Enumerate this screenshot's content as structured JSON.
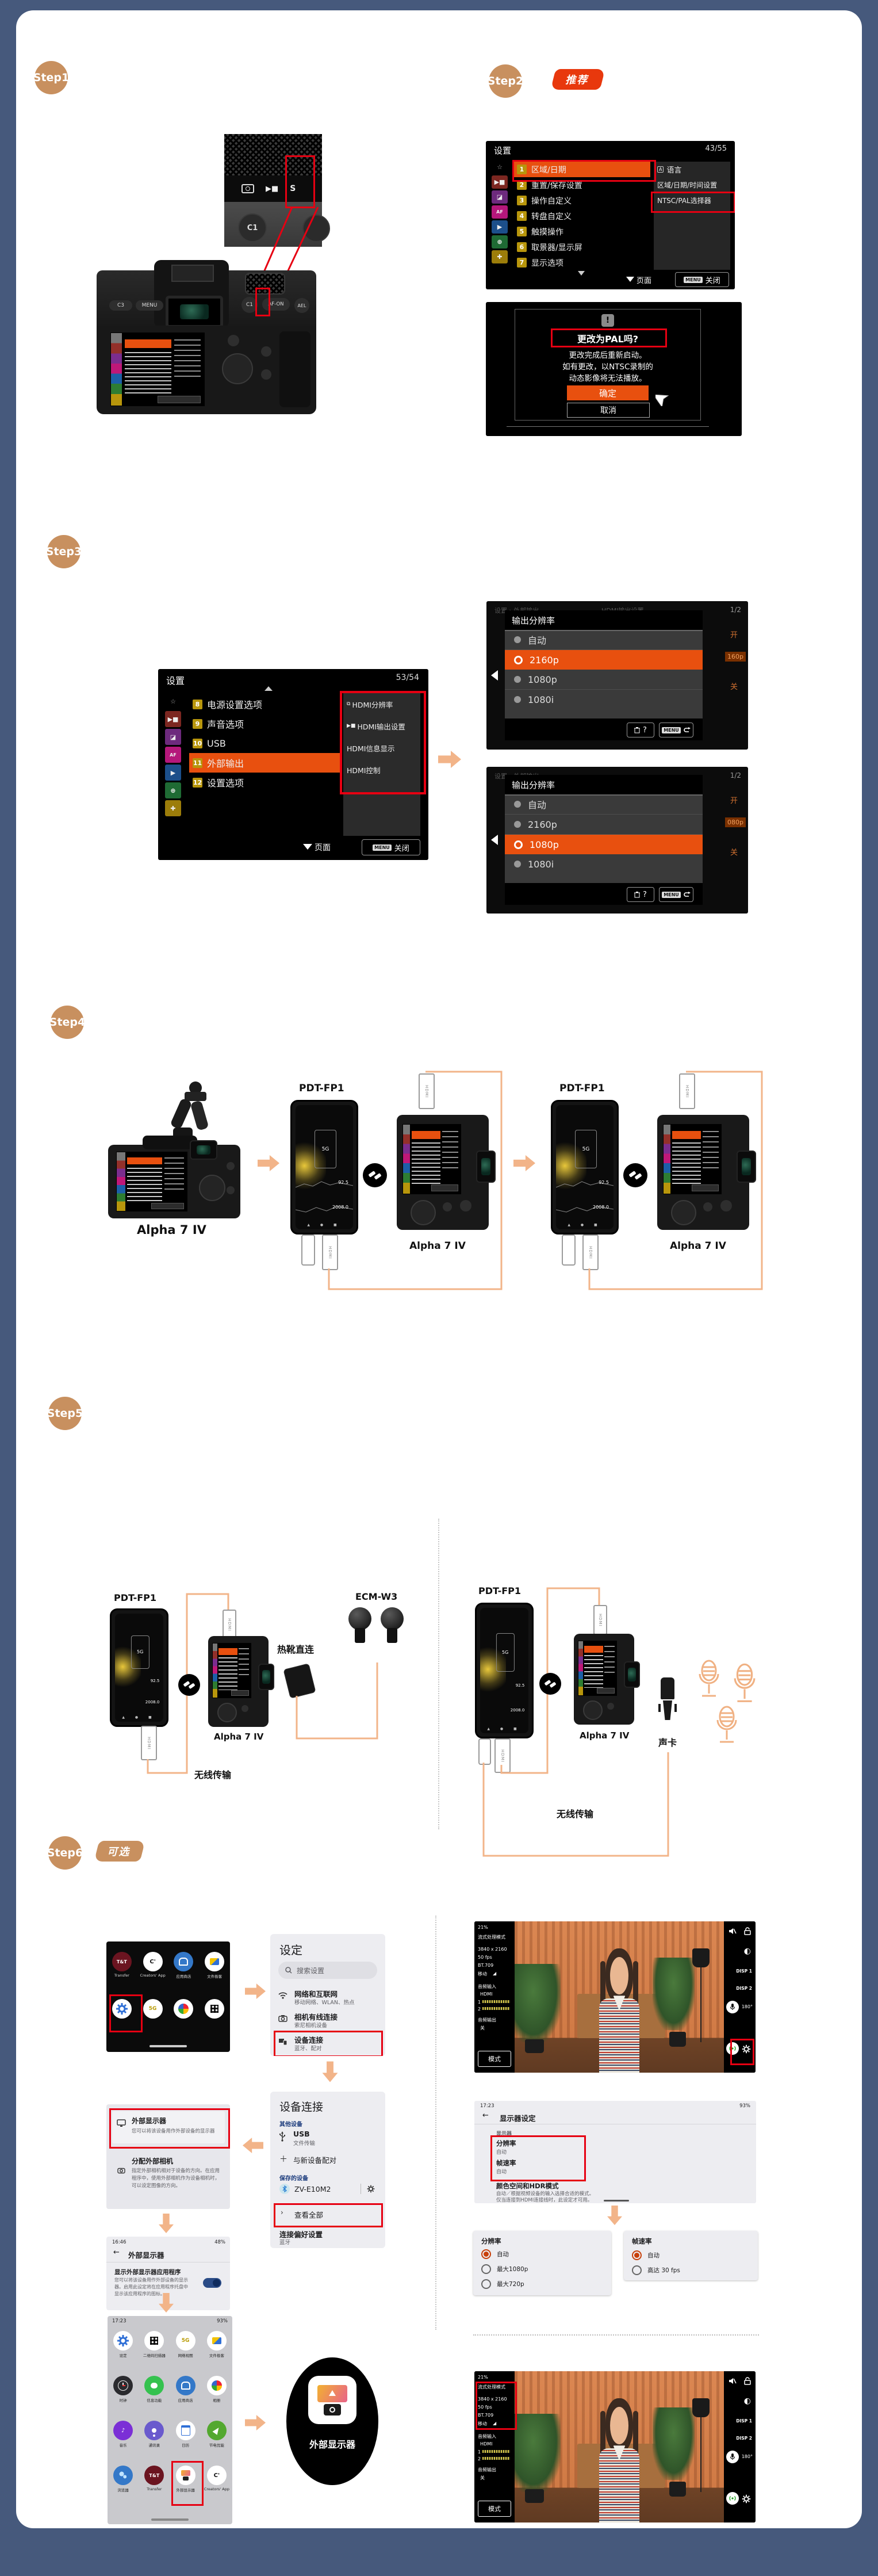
{
  "colors": {
    "page_bg": "#46597c",
    "accent_orange": "#e8500f",
    "annotation_red": "#e60012",
    "arrow_orange": "#f2b489",
    "step_badge": "#c8905f",
    "flag_red": "#e8380d"
  },
  "step1": {
    "label": "Step1",
    "top_buttons": [
      "C3",
      "MENU"
    ],
    "right_buttons": [
      "C1",
      "AF-ON",
      "AEL"
    ],
    "zoom_label": "C1",
    "dial_mode_label": "S"
  },
  "step2": {
    "label": "Step2",
    "badge": "推荐",
    "menu": {
      "title": "设置",
      "page": "43/55",
      "lang_icon": "A",
      "items": [
        {
          "num": "1",
          "label": "区域/日期"
        },
        {
          "num": "2",
          "label": "重置/保存设置"
        },
        {
          "num": "3",
          "label": "操作自定义"
        },
        {
          "num": "4",
          "label": "转盘自定义"
        },
        {
          "num": "5",
          "label": "触摸操作"
        },
        {
          "num": "6",
          "label": "取景器/显示屏"
        },
        {
          "num": "7",
          "label": "显示选项"
        }
      ],
      "right_items": [
        "语言",
        "区域/日期/时间设置",
        "NTSC/PAL选择器"
      ],
      "footer_page": "页面",
      "footer_menu": "MENU",
      "footer_close": "关闭"
    },
    "dialog": {
      "title": "更改为PAL吗?",
      "line1": "更改完成后重新启动。",
      "line2": "如有更改，以NTSC录制的",
      "line3": "动态影像将无法播放。",
      "ok": "确定",
      "cancel": "取消"
    }
  },
  "step3": {
    "label": "Step3",
    "menu": {
      "title": "设置",
      "page": "53/54",
      "items": [
        {
          "num": "8",
          "label": "电源设置选项"
        },
        {
          "num": "9",
          "label": "声音选项"
        },
        {
          "num": "10",
          "label": "USB"
        },
        {
          "num": "11",
          "label": "外部输出"
        },
        {
          "num": "12",
          "label": "设置选项"
        }
      ],
      "sub_items": [
        "HDMI分辨率",
        "HDMI输出设置",
        "HDMI信息显示",
        "HDMI控制"
      ],
      "footer_page": "页面",
      "footer_menu": "MENU",
      "footer_close": "关闭"
    },
    "res_dialog": {
      "title": "输出分辨率",
      "options": [
        "自动",
        "2160p",
        "1080p",
        "1080i"
      ],
      "page": "1/2",
      "bg_header": "设置 › 外部输出",
      "bg_header2": "HDMI输出设置",
      "bg_on": "开",
      "bg_off": "关",
      "bg_frag_a": "160p",
      "bg_frag_b": "080p",
      "help": "?",
      "menu_key": "MENU"
    },
    "selected_a": "2160p",
    "selected_b": "1080p"
  },
  "step4": {
    "label": "Step4",
    "camera_name": "Alpha 7 IV",
    "phone_name": "PDT-FP1",
    "hdmi": "HDMI",
    "phone_screen": {
      "net": "5G",
      "up": "92.5",
      "down": "2008.0"
    }
  },
  "step5": {
    "label": "Step5",
    "phone_name": "PDT-FP1",
    "camera_name": "Alpha 7 IV",
    "wireless": "无线传输",
    "hotshoe": "热靴直连",
    "mic_name": "ECM-W3",
    "soundcard": "声卡",
    "hdmi": "HDMI"
  },
  "step6": {
    "label": "Step6",
    "badge": "可选",
    "drawer": {
      "labels": [
        "Transfer",
        "Creators' App",
        "应用商店",
        "文件极客"
      ],
      "tt": "T&T",
      "cc": "C'",
      "g5": "5G"
    },
    "settings": {
      "title": "设定",
      "search": "搜索设置",
      "items": [
        {
          "title": "网络和互联网",
          "sub": "移动网络、WLAN、热点"
        },
        {
          "title": "相机有线连接",
          "sub": "索尼相机设备"
        },
        {
          "title": "设备连接",
          "sub": "蓝牙、配对"
        }
      ]
    },
    "device_conn": {
      "title": "设备连接",
      "section1": "其他设备",
      "usb_title": "USB",
      "usb_sub": "文件传输",
      "pair": "与新设备配对",
      "section2": "保存的设备",
      "device": "ZV-E10M2",
      "view_all": "查看全部",
      "pref_title": "连接偏好设置",
      "pref_sub": "蓝牙"
    },
    "ext_panel": {
      "item1_title": "外部显示器",
      "item1_sub": "您可以将该设备用作外部设备的显示器",
      "item2_title": "分配外部相机",
      "item2_sub": "指定外部相机相对于设备的方向。在应用程序中，使用外部相机作为设备相机时，可以设定图像的方向。"
    },
    "ext_screen": {
      "time": "16:46",
      "battery": "48%",
      "title": "外部显示器",
      "item_title": "显示外部显示器应用程序",
      "item_sub": "您可以将该设备用作外部设备的显示器。启用此设定将在应用程序托盘中显示该应用程序的图标。"
    },
    "launcher": {
      "time": "17:23",
      "battery": "93%",
      "apps": [
        [
          "设定",
          "二维码扫描器",
          "网络视图",
          "文件极客"
        ],
        [
          "时钟",
          "信息功能",
          "应用商店",
          "相册"
        ],
        [
          "音乐",
          "通讯录",
          "日历",
          "节电优能"
        ],
        [
          "浏览器",
          "Transfer",
          "外部显示器",
          "Creators' App"
        ]
      ]
    },
    "app_icon_label": "外部显示器",
    "monitor_app": {
      "battery": "21%",
      "mode": "流式处理模式",
      "resolution": "3840 x 2160",
      "fps": "50 fps",
      "color": "BT.709",
      "network": "移动",
      "audio_in": "音频输入",
      "hdmi": "HDMI",
      "ch1": "1",
      "ch2": "2",
      "audio_out": "音频输出",
      "off": "关",
      "mode_btn": "模式",
      "disp1": "DISP 1",
      "disp2": "DISP 2",
      "deg": "180°"
    },
    "disp_settings": {
      "time": "17:23",
      "battery": "93%",
      "title": "显示器设定",
      "section": "显示器",
      "res_title": "分辨率",
      "res_value": "自动",
      "fps_title": "帧速率",
      "fps_value": "自动",
      "color_title": "颜色空间和HDR模式",
      "color_sub1": "自动／根据视频设备的输入选择合适的模式。",
      "color_sub2": "仅当连接到HDMI连接线时，此设定才可用。"
    },
    "radio_res": {
      "title": "分辨率",
      "options": [
        "自动",
        "最大1080p",
        "最大720p"
      ]
    },
    "radio_fps": {
      "title": "帧速率",
      "options": [
        "自动",
        "高达 30 fps"
      ]
    }
  }
}
